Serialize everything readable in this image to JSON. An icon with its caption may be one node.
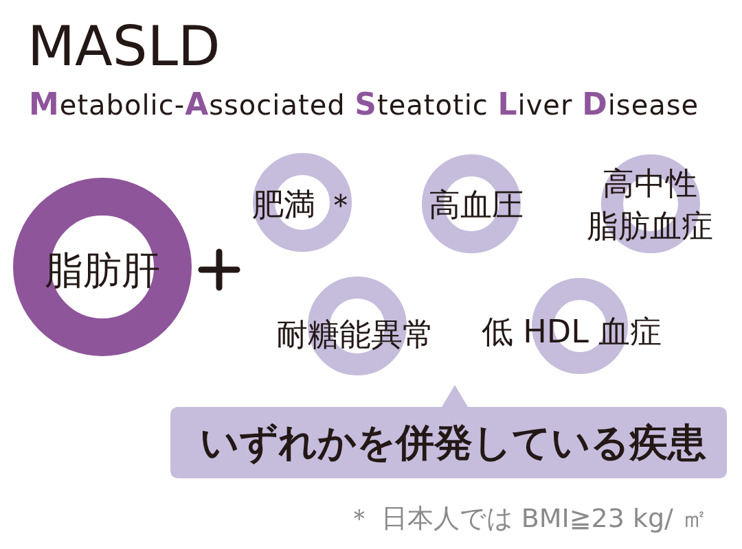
{
  "diagram": {
    "title": "MASLD",
    "nodes": [
      {
        "text": [
          "脂肪肝"
        ]
      },
      {
        "text": [
          "肥満 ＊"
        ]
      },
      {
        "text": [
          "高血圧"
        ]
      },
      {
        "text": [
          "高中性脂肪血症"
        ]
      },
      {
        "text": [
          "耐糖能異常"
        ]
      },
      {
        "text": [
          "低 HDL 血症"
        ]
      },
      {
        "text": [
          "いずれかを併発している疾患"
        ]
      }
    ],
    "labels": [
      "**M**etabolic-**A**ssociated **S**teatotic **L**iver **D**isease",
      "＊ 日本人では BMI≧23 kg/ ㎡"
    ]
  }
}
